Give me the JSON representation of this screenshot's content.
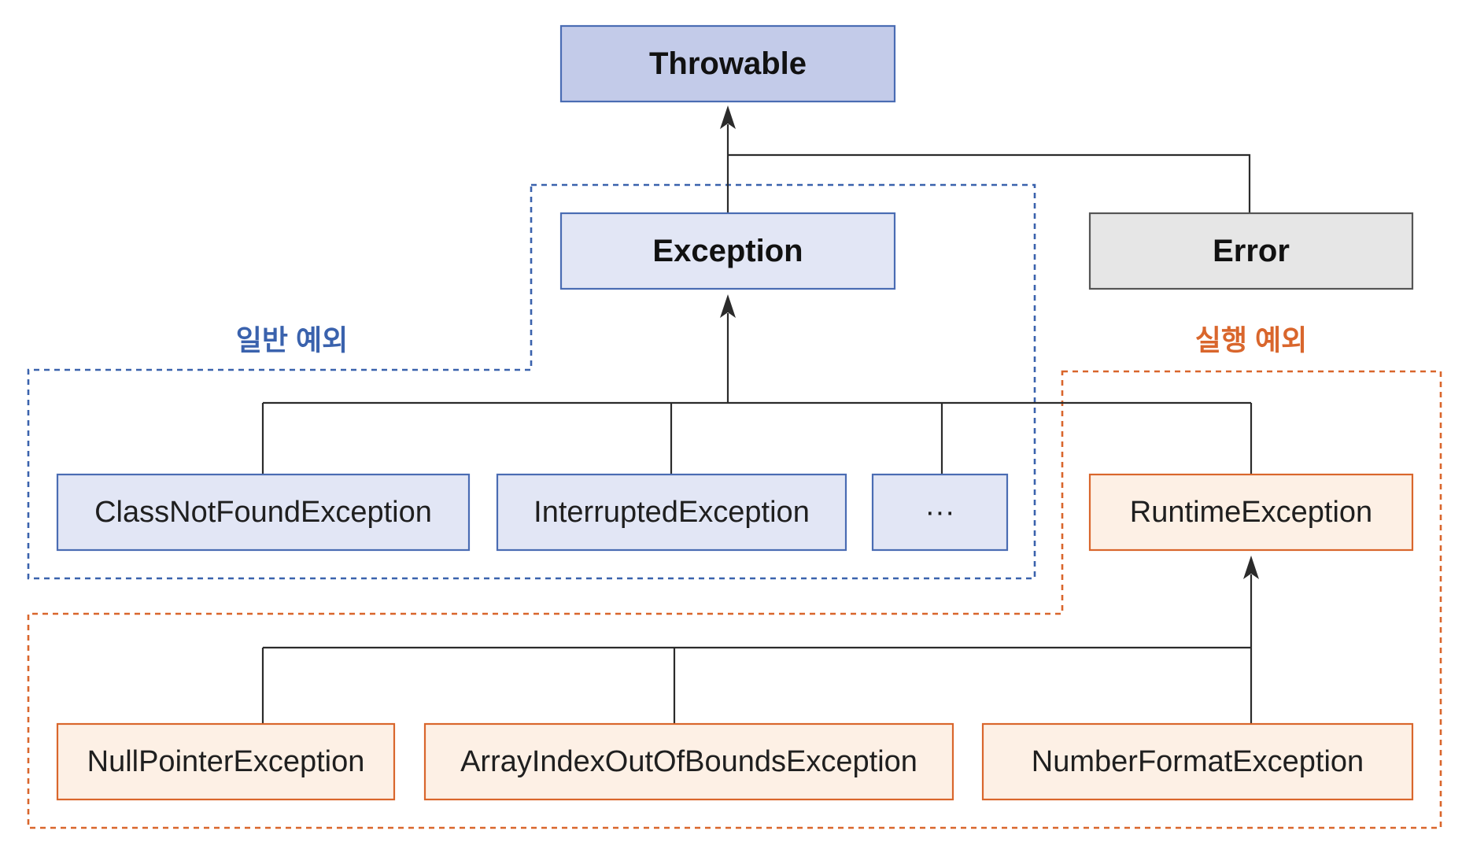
{
  "diagram": {
    "root": {
      "label": "Throwable"
    },
    "exception": {
      "label": "Exception"
    },
    "error": {
      "label": "Error"
    },
    "checked_exceptions": [
      {
        "label": "ClassNotFoundException"
      },
      {
        "label": "InterruptedException"
      },
      {
        "label": "···"
      }
    ],
    "runtime_exception": {
      "label": "RuntimeException"
    },
    "runtime_exceptions": [
      {
        "label": "NullPointerException"
      },
      {
        "label": "ArrayIndexOutOfBoundsException"
      },
      {
        "label": "NumberFormatException"
      }
    ],
    "groups": {
      "checked": {
        "label": "일반 예외"
      },
      "unchecked": {
        "label": "실행 예외"
      }
    }
  },
  "colors": {
    "root_fill": "#c3cbe9",
    "blue_fill": "#e2e6f5",
    "gray_fill": "#e6e6e6",
    "orange_fill": "#fdf0e5",
    "blue_accent": "#3a62ad",
    "orange_accent": "#d9662c"
  }
}
